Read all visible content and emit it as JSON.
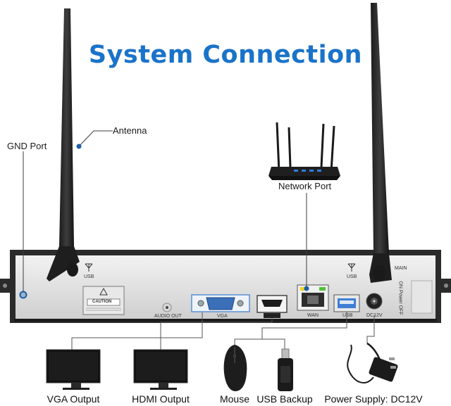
{
  "title": "System Connection",
  "callouts": {
    "antenna": "Antenna",
    "gnd_port": "GND Port",
    "network_port": "Network Port"
  },
  "panel": {
    "usb_top_left": "USB",
    "usb_top_right": "USB",
    "caution": "CAUTION",
    "audio_out": "AUDIO OUT",
    "vga": "VGA",
    "wan": "WAN",
    "usb_port": "USB",
    "dc": "DC12V",
    "main": "MAIN",
    "power": "ON Power OFF"
  },
  "devices": {
    "vga_output": "VGA Output",
    "hdmi_output": "HDMI Output",
    "mouse": "Mouse",
    "usb_backup": "USB Backup",
    "power_supply": "Power Supply: DC12V"
  },
  "colors": {
    "title": "#1a73c9",
    "callout_dot": "#1a5fa8",
    "panel": "#d9d9d9",
    "chassis": "#2b2b2b"
  }
}
